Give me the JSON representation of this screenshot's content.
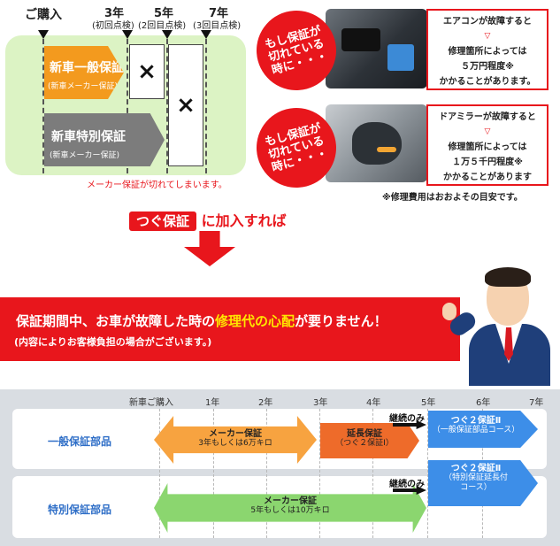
{
  "top_timeline": {
    "purchase": "ご購入",
    "years": [
      {
        "label": "3年",
        "sub": "(初回点検)"
      },
      {
        "label": "5年",
        "sub": "(2回目点検)"
      },
      {
        "label": "7年",
        "sub": "(3回目点検)"
      }
    ],
    "general": {
      "title": "新車一般保証",
      "sub": "(新車メーカー保証)"
    },
    "special": {
      "title": "新車特別保証",
      "sub": "(新車メーカー保証)"
    },
    "x_mark": "×",
    "expired_note": "メーカー保証が切れてしまいます。"
  },
  "cases": [
    {
      "bubble_lines": [
        "もし保証が",
        "切れている",
        "時に・・・"
      ],
      "lines": [
        "エアコンが故障すると",
        "▽",
        "修理箇所によっては",
        "５万円程度※",
        "かかることがあります。"
      ]
    },
    {
      "bubble_lines": [
        "もし保証が",
        "切れている",
        "時に・・・"
      ],
      "lines": [
        "ドアミラーが故障すると",
        "▽",
        "修理箇所によっては",
        "１万５千円程度※",
        "かかることがあります"
      ]
    }
  ],
  "cost_note": "※修理費用はおおよその目安です。",
  "join": {
    "product": "つぐ保証",
    "text": "に加入すれば"
  },
  "banner": {
    "main_a": "保証期間中、お車が故障した時の",
    "main_hl": "修理代の心配",
    "main_b": "が要りません！",
    "sub": "(内容によりお客様負担の場合がございます。)"
  },
  "bottom": {
    "years": [
      "新車ご購入",
      "1年",
      "2年",
      "3年",
      "4年",
      "5年",
      "6年",
      "7年"
    ],
    "rows": [
      {
        "label": "一般保証部品",
        "maker_title": "メーカー保証",
        "maker_sub": "3年もしくは6万キロ",
        "ext_title": "延長保証",
        "ext_sub": "（つぐ２保証Ⅰ）",
        "continue": "継続のみ",
        "tsugu_title": "つぐ２保証Ⅱ",
        "tsugu_sub": "（一般保証部品コース）"
      },
      {
        "label": "特別保証部品",
        "maker_title": "メーカー保証",
        "maker_sub": "5年もしくは10万キロ",
        "continue": "継続のみ",
        "tsugu_title": "つぐ２保証Ⅱ",
        "tsugu_sub": "（特別保証延長付",
        "tsugu_sub2": "コース）"
      }
    ]
  },
  "colors": {
    "red": "#e8161c",
    "orange": "#f39a1e",
    "gray": "#7c7c7c",
    "green_bg": "#dcf3c4",
    "blue": "#3d8ee8",
    "yellow_highlight": "#ffe600"
  }
}
